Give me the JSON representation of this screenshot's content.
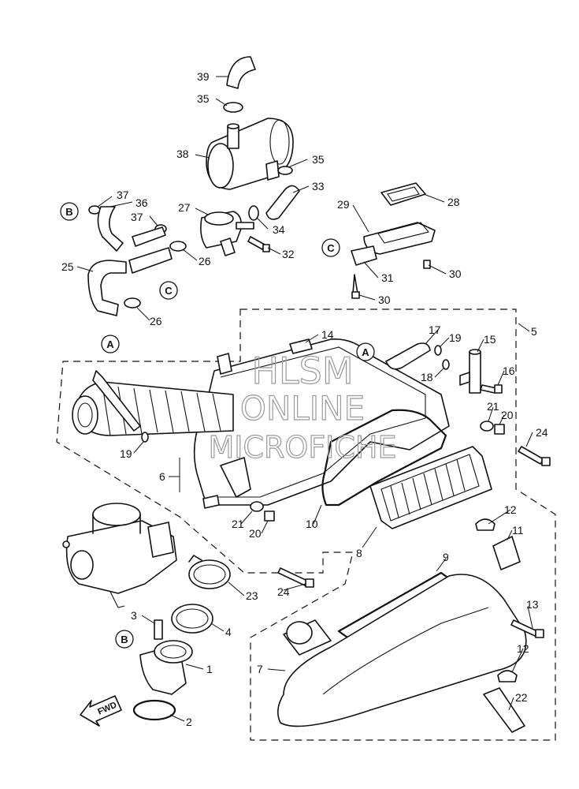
{
  "diagram": {
    "callouts": [
      {
        "id": "39",
        "label": "39"
      },
      {
        "id": "35a",
        "label": "35"
      },
      {
        "id": "38",
        "label": "38"
      },
      {
        "id": "35b",
        "label": "35"
      },
      {
        "id": "33",
        "label": "33"
      },
      {
        "id": "37a",
        "label": "37"
      },
      {
        "id": "36",
        "label": "36"
      },
      {
        "id": "37b",
        "label": "37"
      },
      {
        "id": "27",
        "label": "27"
      },
      {
        "id": "34",
        "label": "34"
      },
      {
        "id": "26a",
        "label": "26"
      },
      {
        "id": "32",
        "label": "32"
      },
      {
        "id": "25",
        "label": "25"
      },
      {
        "id": "26b",
        "label": "26"
      },
      {
        "id": "28",
        "label": "28"
      },
      {
        "id": "29",
        "label": "29"
      },
      {
        "id": "31",
        "label": "31"
      },
      {
        "id": "30a",
        "label": "30"
      },
      {
        "id": "30b",
        "label": "30"
      },
      {
        "id": "5",
        "label": "5"
      },
      {
        "id": "14",
        "label": "14"
      },
      {
        "id": "17",
        "label": "17"
      },
      {
        "id": "19a",
        "label": "19"
      },
      {
        "id": "15",
        "label": "15"
      },
      {
        "id": "18",
        "label": "18"
      },
      {
        "id": "16",
        "label": "16"
      },
      {
        "id": "21a",
        "label": "21"
      },
      {
        "id": "20a",
        "label": "20"
      },
      {
        "id": "24a",
        "label": "24"
      },
      {
        "id": "19b",
        "label": "19"
      },
      {
        "id": "6",
        "label": "6"
      },
      {
        "id": "10",
        "label": "10"
      },
      {
        "id": "21b",
        "label": "21"
      },
      {
        "id": "20b",
        "label": "20"
      },
      {
        "id": "12a",
        "label": "12"
      },
      {
        "id": "11",
        "label": "11"
      },
      {
        "id": "8",
        "label": "8"
      },
      {
        "id": "9",
        "label": "9"
      },
      {
        "id": "24b",
        "label": "24"
      },
      {
        "id": "23",
        "label": "23"
      },
      {
        "id": "13",
        "label": "13"
      },
      {
        "id": "3",
        "label": "3"
      },
      {
        "id": "4",
        "label": "4"
      },
      {
        "id": "1",
        "label": "1"
      },
      {
        "id": "7",
        "label": "7"
      },
      {
        "id": "12b",
        "label": "12"
      },
      {
        "id": "22",
        "label": "22"
      },
      {
        "id": "2",
        "label": "2"
      }
    ],
    "reference_markers": {
      "a": "A",
      "b": "B",
      "c": "C"
    },
    "fwd_label": "FWD",
    "watermark": {
      "line1": "HLSM",
      "line2": "ONLINE",
      "line3": "MICROFICHE"
    }
  }
}
